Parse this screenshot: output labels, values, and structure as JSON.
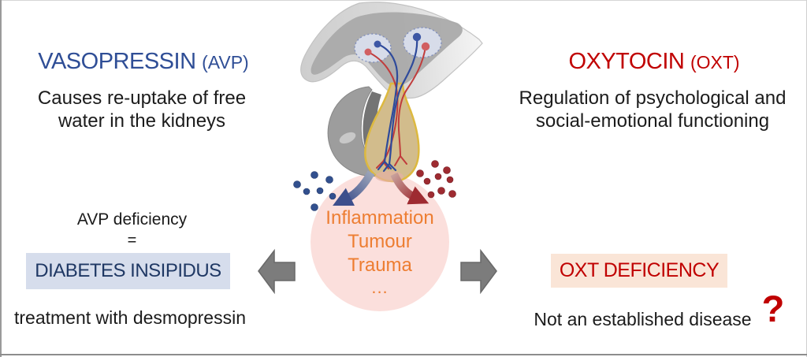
{
  "left": {
    "title": "VASOPRESSIN",
    "title_paren": "(AVP)",
    "subtitle_line1": "Causes re-uptake of free",
    "subtitle_line2": "water in the kidneys",
    "deficiency_label": "AVP deficiency",
    "equals": "=",
    "disease_box": "DIABETES INSIPIDUS",
    "treatment": "treatment with desmopressin",
    "accent_color": "#2F4E96",
    "box_bg": "#D6DDEC",
    "box_text_color": "#1F3864"
  },
  "right": {
    "title": "OXYTOCIN",
    "title_paren": "(OXT)",
    "subtitle_line1": "Regulation of psychological and",
    "subtitle_line2": "social-emotional functioning",
    "disease_box": "OXT DEFICIENCY",
    "note": "Not an established disease",
    "question_mark": "?",
    "accent_color": "#C00000",
    "box_bg": "#FAE5D7"
  },
  "center": {
    "cause_line1": "Inflammation",
    "cause_line2": "Tumour",
    "cause_line3": "Trauma",
    "cause_ellipsis": "...",
    "cause_text_color": "#ED7D31",
    "cause_circle_color": "#FBDFDC",
    "block_arrow_color": "#7C7C7C",
    "avp_dot_color": "#32508E",
    "oxt_dot_color": "#9E2B31",
    "illustration_icon": "pituitary-gland-icon"
  }
}
